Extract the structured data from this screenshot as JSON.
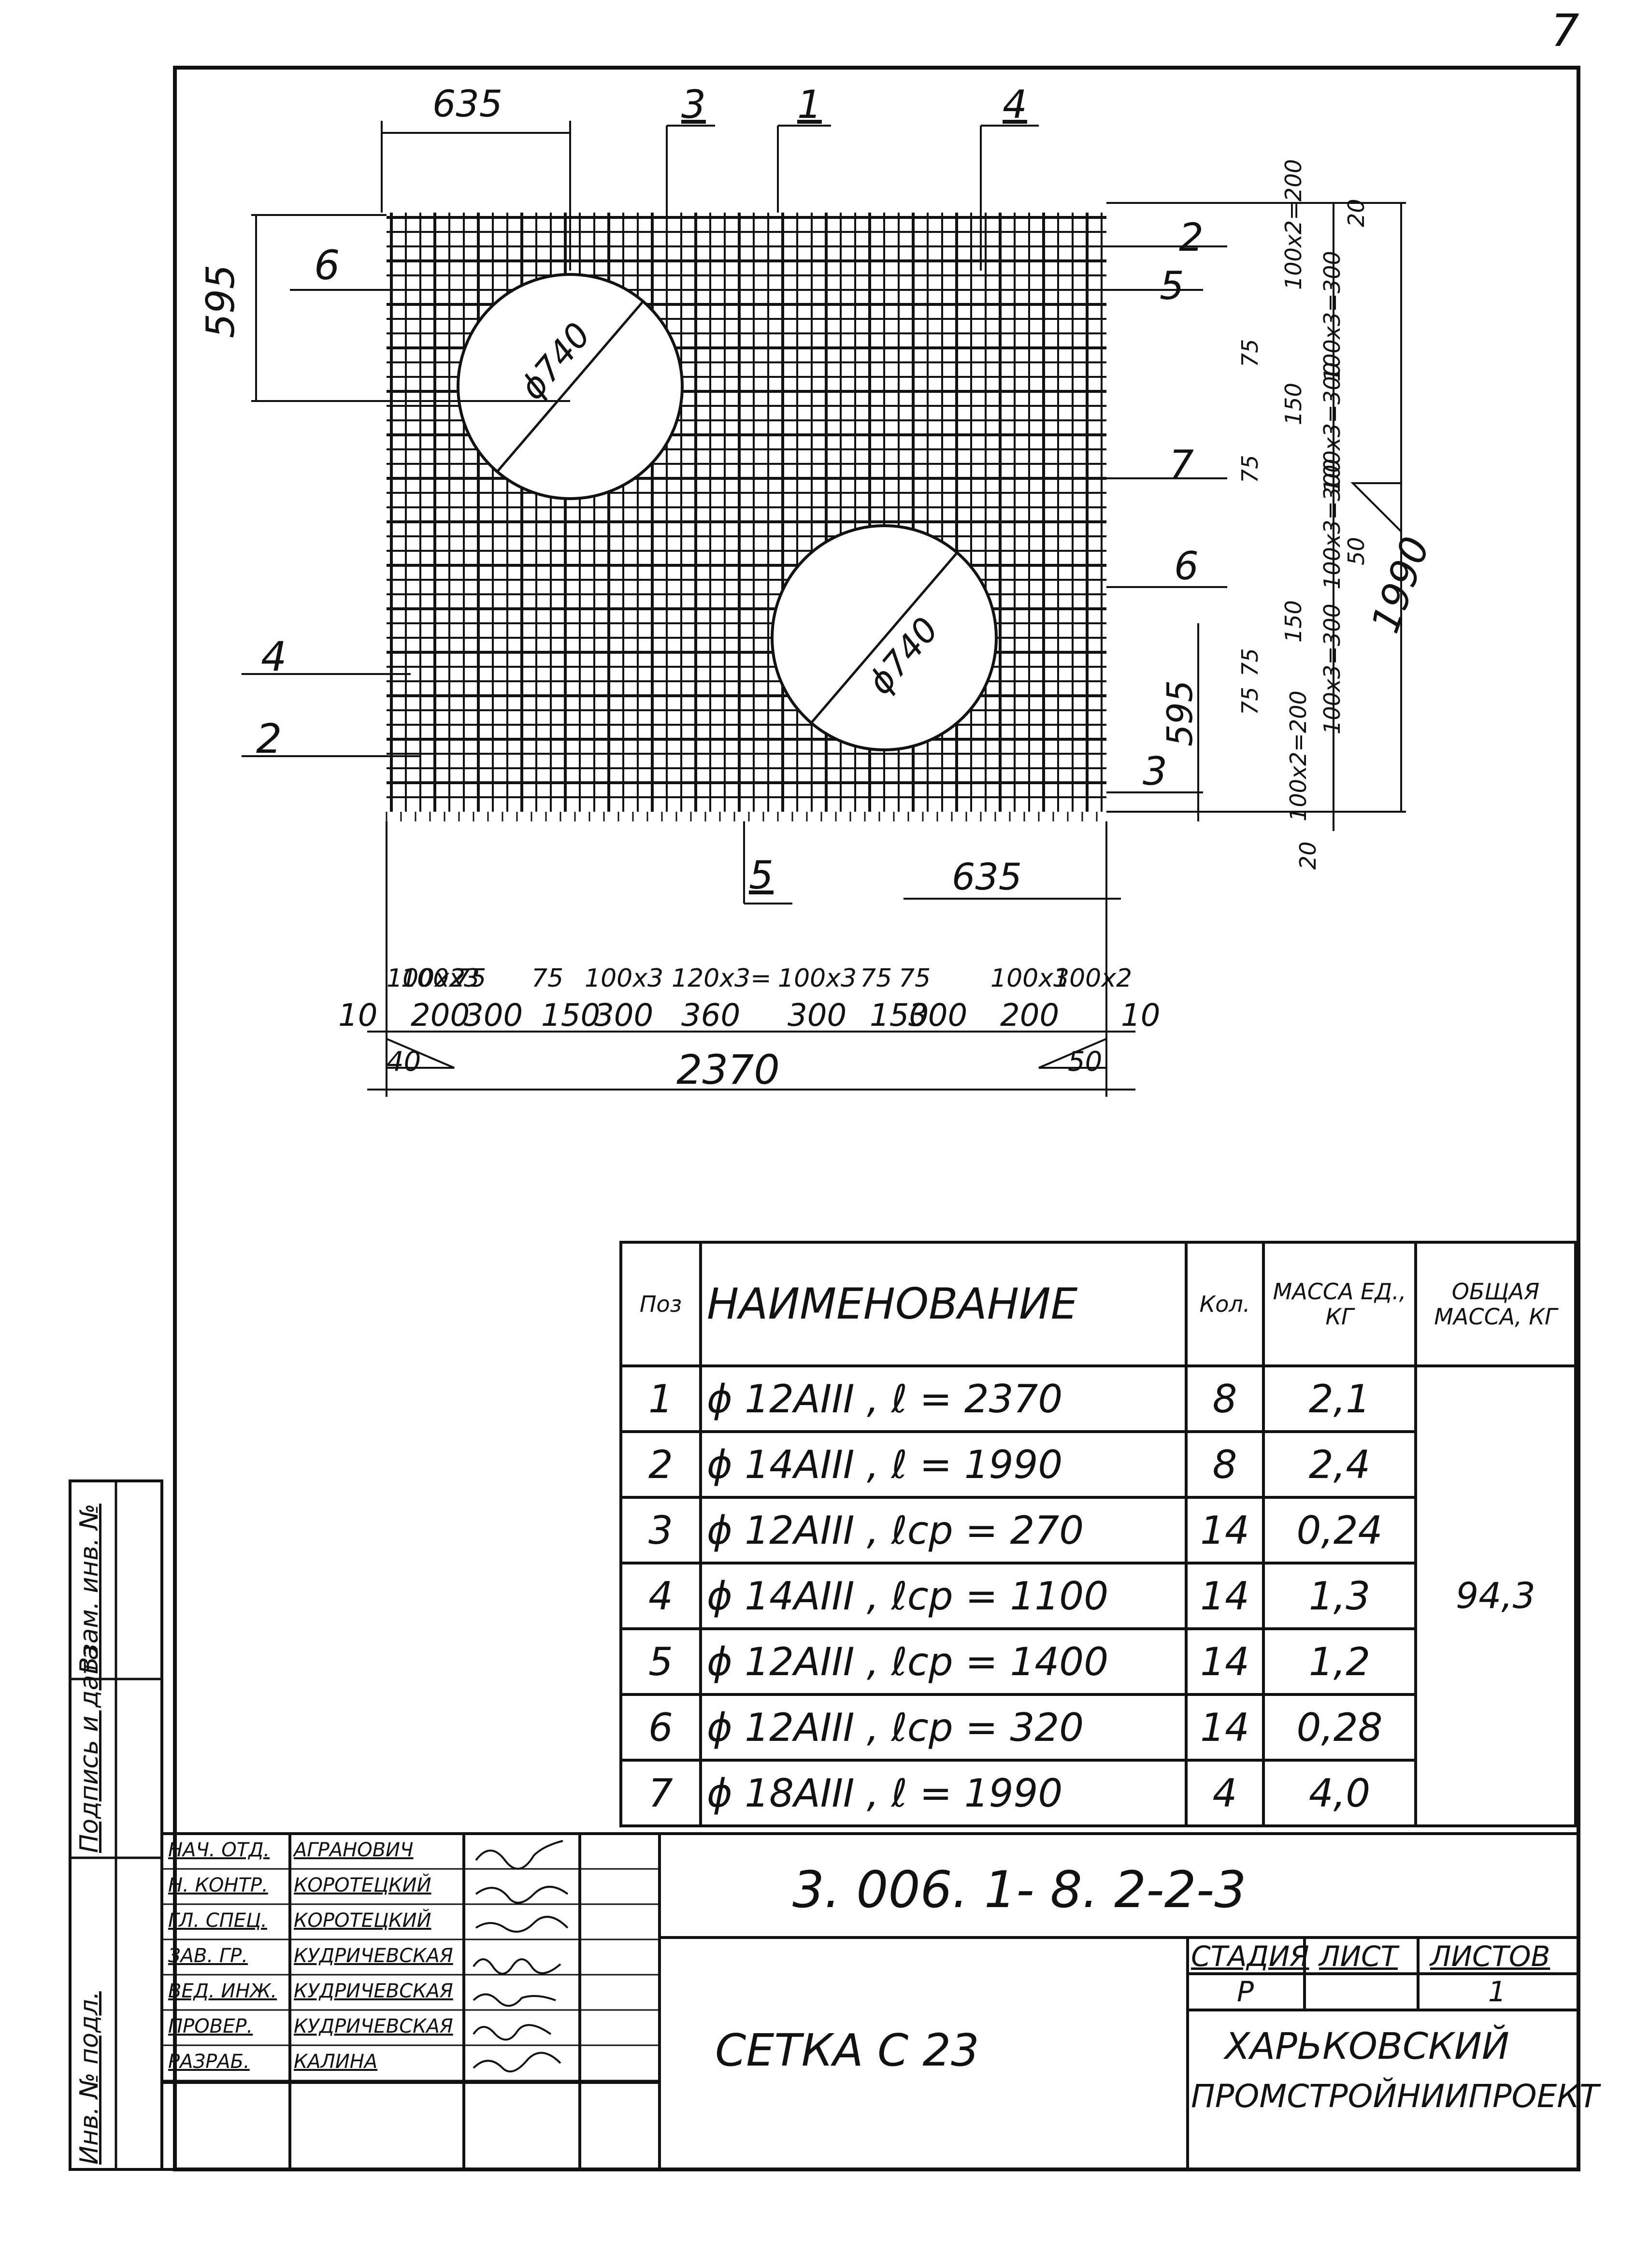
{
  "sheet_number": "7",
  "drawing": {
    "dims_top": {
      "left_offset": "635",
      "leader_3": "3",
      "leader_1": "1",
      "leader_4": "4"
    },
    "dims_left": {
      "top_offset": "595",
      "leader_6": "6",
      "leader_4": "4",
      "leader_2": "2"
    },
    "hole_labels": [
      "ϕ740",
      "ϕ740"
    ],
    "dims_right": {
      "leader_2": "2",
      "leader_5": "5",
      "leader_7": "7",
      "leader_6": "6",
      "leader_3": "3",
      "offset_595": "595",
      "total": "1990",
      "segments": [
        "20",
        "100x2=200",
        "100x3=300",
        "150",
        "100x3=300",
        "75",
        "75",
        "50",
        "100x3=300",
        "150",
        "75",
        "100x3=300",
        "75",
        "100x2=200",
        "20"
      ]
    },
    "dims_bottom": {
      "leader_5": "5",
      "offset_635": "635",
      "row_top": [
        "100x2",
        "100x3",
        "75",
        "75",
        "100x3",
        "120x3=",
        "100x3",
        "75",
        "75",
        "100x3",
        "100x2"
      ],
      "row_bottom": [
        "10",
        "200",
        "300",
        "150",
        "300",
        "360",
        "300",
        "150",
        "300",
        "200",
        "10"
      ],
      "weld_left": "40",
      "weld_right": "50",
      "total": "2370"
    }
  },
  "spec": {
    "headers": {
      "pos": "Поз",
      "name": "НАИМЕНОВАНИЕ",
      "qty": "Кол.",
      "unit_mass": "МАССА ЕД., КГ",
      "total_mass": "ОБЩАЯ МАССА, КГ"
    },
    "rows": [
      {
        "pos": "1",
        "name": "ϕ 12АIII ,   ℓ = 2370",
        "qty": "8",
        "unit_mass": "2,1"
      },
      {
        "pos": "2",
        "name": "ϕ 14АIII ,   ℓ = 1990",
        "qty": "8",
        "unit_mass": "2,4"
      },
      {
        "pos": "3",
        "name": "ϕ 12АIII ,   ℓср = 270",
        "qty": "14",
        "unit_mass": "0,24"
      },
      {
        "pos": "4",
        "name": "ϕ 14АIII ,   ℓср = 1100",
        "qty": "14",
        "unit_mass": "1,3"
      },
      {
        "pos": "5",
        "name": "ϕ 12АIII ,   ℓср = 1400",
        "qty": "14",
        "unit_mass": "1,2"
      },
      {
        "pos": "6",
        "name": "ϕ 12АIII ,   ℓср = 320",
        "qty": "14",
        "unit_mass": "0,28"
      },
      {
        "pos": "7",
        "name": "ϕ 18АIII ,   ℓ = 1990",
        "qty": "4",
        "unit_mass": "4,0"
      }
    ],
    "total_mass": "94,3"
  },
  "title_block": {
    "roles": [
      "НАЧ. ОТД.",
      "Н. КОНТР.",
      "ГЛ. СПЕЦ.",
      "ЗАВ. ГР.",
      "ВЕД. ИНЖ.",
      "ПРОВЕР.",
      "РАЗРАБ."
    ],
    "names": [
      "АГРАНОВИЧ",
      "КОРОТЕЦКИЙ",
      "КОРОТЕЦКИЙ",
      "КУДРИЧЕВСКАЯ",
      "КУДРИЧЕВСКАЯ",
      "КУДРИЧЕВСКАЯ",
      "КАЛИНА"
    ],
    "doc_number": "3. 006. 1- 8. 2-2-3",
    "product": "СЕТКА  С  23",
    "stage_label": "СТАДИЯ",
    "sheet_label": "ЛИСТ",
    "sheets_label": "ЛИСТОВ",
    "stage": "Р",
    "sheets": "1",
    "org_line1": "ХАРЬКОВСКИЙ",
    "org_line2": "ПРОМСТРОЙНИИПРОЕКТ",
    "side_labels": [
      "Инв. № подл.",
      "Подпись и дата",
      "Взам. инв. №"
    ]
  }
}
